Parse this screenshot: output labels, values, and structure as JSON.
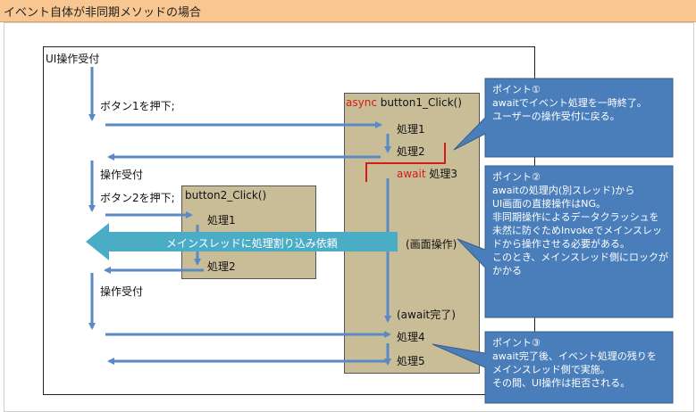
{
  "title": "イベント自体が非同期メソッドの場合",
  "labels": {
    "ui_accept": "UI操作受付",
    "press_button1": "ボタン1を押下;",
    "op_accept_1": "操作受付",
    "press_button2": "ボタン2を押下;",
    "op_accept_2": "操作受付"
  },
  "button1": {
    "async_kw": "async",
    "name": " button1_Click()",
    "step1": "処理1",
    "step2": "処理2",
    "await_kw": "await",
    "step3": " 処理3",
    "screen_op": "(画面操作)",
    "await_done": "(await完了)",
    "step4": "処理4",
    "step5": "処理5"
  },
  "button2": {
    "name": "button2_Click()",
    "step1": "処理1",
    "step2": "処理2"
  },
  "banner": "メインスレッドに処理割り込み依頼",
  "callouts": [
    {
      "title": "ポイント①",
      "lines": [
        "awaitでイベント処理を一時終了。",
        "ユーザーの操作受付に戻る。"
      ]
    },
    {
      "title": "ポイント②",
      "lines": [
        "awaitの処理内(別スレッド)から",
        "UI画面の直接操作はNG。",
        "非同期操作によるデータクラッシュを",
        "未然に防ぐためInvokeでメインスレッ",
        "ドから操作させる必要がある。",
        "このとき、メインスレッド側にロックが",
        "かかる"
      ]
    },
    {
      "title": "ポイント③",
      "lines": [
        "await完了後、イベント処理の残りを",
        "メインスレッド側で実施。",
        "その間、UI操作は拒否される。"
      ]
    }
  ],
  "colors": {
    "arrow": "#5a8ac6",
    "callout": "#4a7ebb",
    "box": "#c9bd98",
    "banner": "#4bacc6",
    "highlight_red": "#d41a1a",
    "title_bar": "#f8c690"
  }
}
